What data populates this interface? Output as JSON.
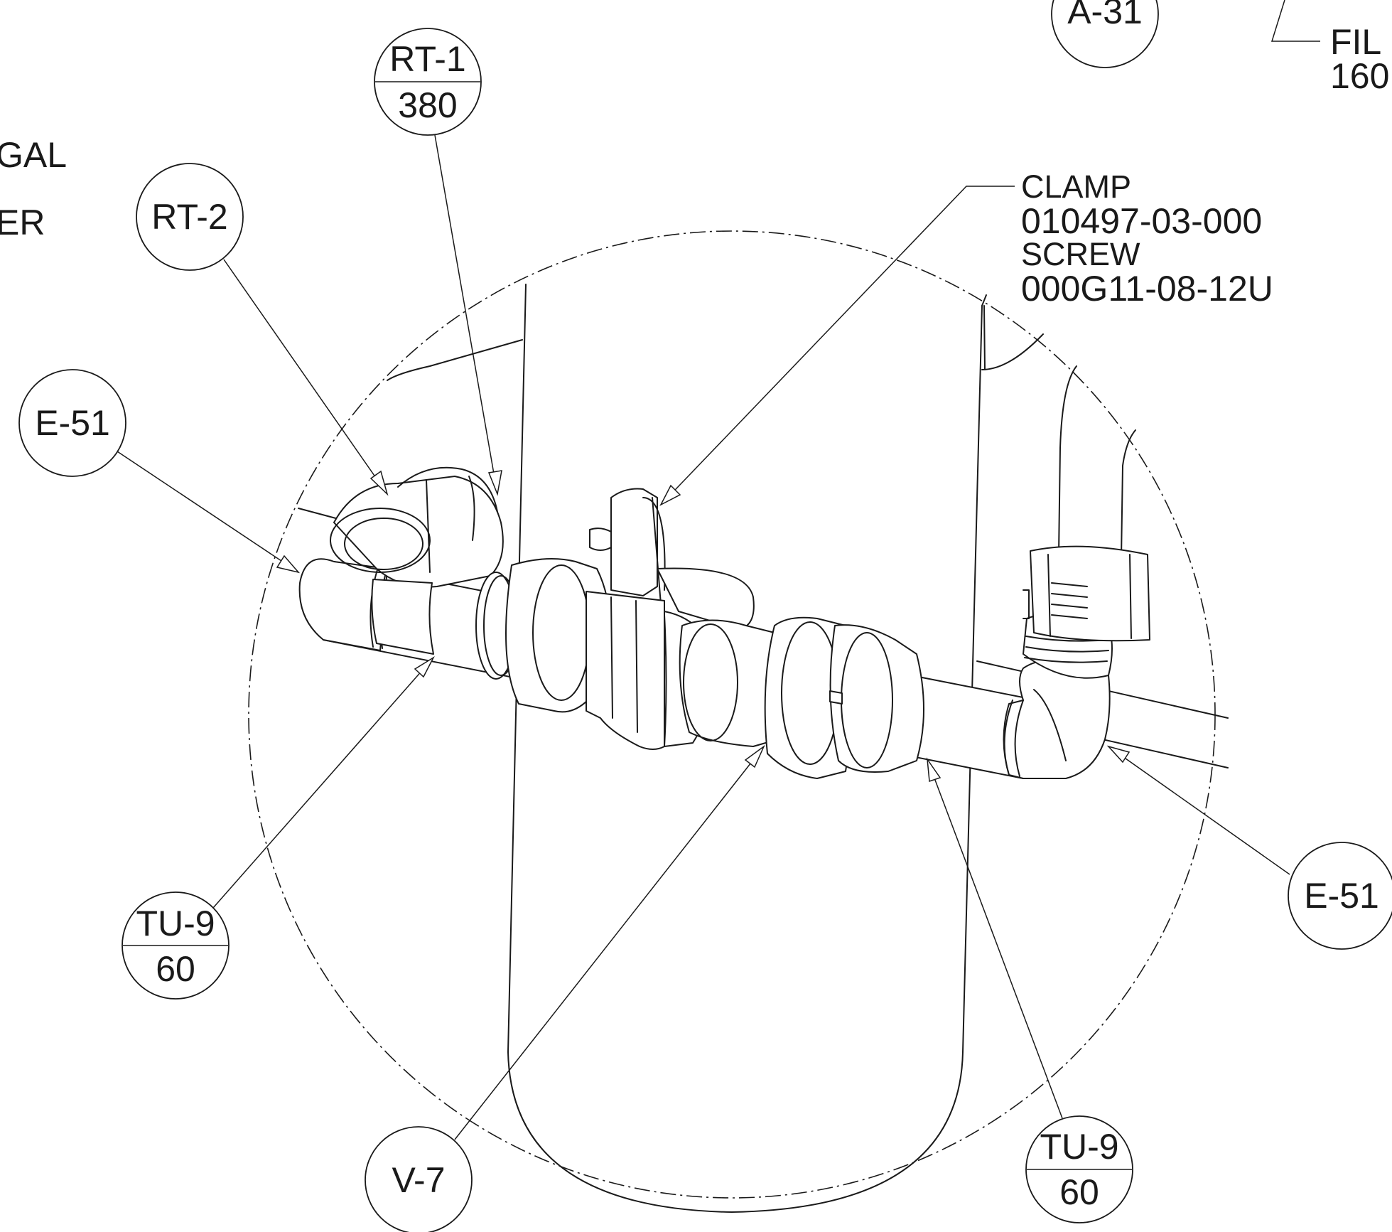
{
  "callouts": {
    "a31": "A-31",
    "rt1_tag": "RT-1",
    "rt1_qty": "380",
    "rt2": "RT-2",
    "e51_left": "E-51",
    "e51_right": "E-51",
    "tu9_left_tag": "TU-9",
    "tu9_left_qty": "60",
    "tu9_right_tag": "TU-9",
    "tu9_right_qty": "60",
    "v7": "V-7"
  },
  "notes": {
    "clamp_label": "CLAMP",
    "clamp_part": "010497-03-000",
    "screw_label": "SCREW",
    "screw_part": "000G11-08-12U",
    "fil_partial": "FIL",
    "fil_number_partial": "160",
    "gal_partial": "GAL",
    "er_partial": "ER"
  }
}
